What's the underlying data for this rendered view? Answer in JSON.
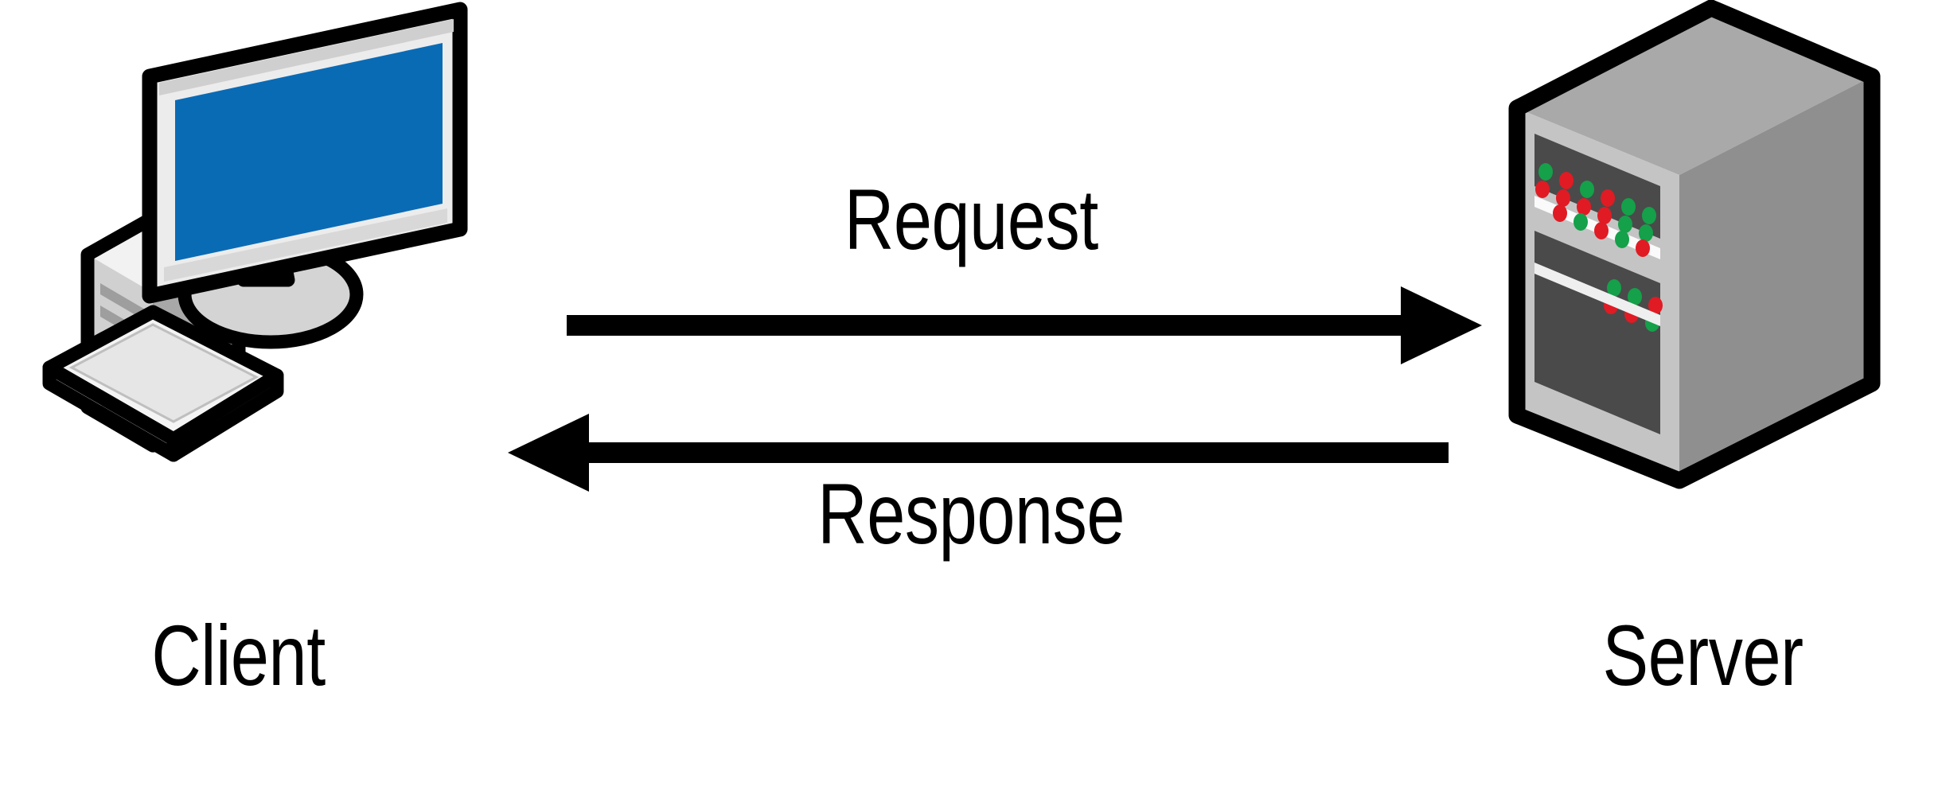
{
  "diagram": {
    "type": "client-server-request-response",
    "background_color": "#FFFFFF",
    "nodes": [
      {
        "id": "client",
        "label": "Client",
        "icon": "desktop-computer-icon",
        "position": "left"
      },
      {
        "id": "server",
        "label": "Server",
        "icon": "server-tower-icon",
        "position": "right"
      }
    ],
    "edges": [
      {
        "id": "request",
        "label": "Request",
        "from": "client",
        "to": "server",
        "direction": "right",
        "label_position": "above"
      },
      {
        "id": "response",
        "label": "Response",
        "from": "server",
        "to": "client",
        "direction": "left",
        "label_position": "below"
      }
    ]
  },
  "labels": {
    "client": "Client",
    "server": "Server",
    "request": "Request",
    "response": "Response"
  },
  "colors": {
    "outline": "#000000",
    "screen_blue": "#0A6BB5",
    "bezel_light": "#EDEDED",
    "bezel_mid": "#D4D4D4",
    "case_light": "#D0D0D0",
    "case_mid": "#A8A8A8",
    "case_dark": "#8E8E8E",
    "server_top": "#A9A9A9",
    "server_side": "#8F8F8F",
    "server_front": "#C4C4C4",
    "server_bay": "#4A4A4A",
    "led_green": "#15A04A",
    "led_red": "#E01B24",
    "arrow": "#000000",
    "text": "#000000"
  }
}
